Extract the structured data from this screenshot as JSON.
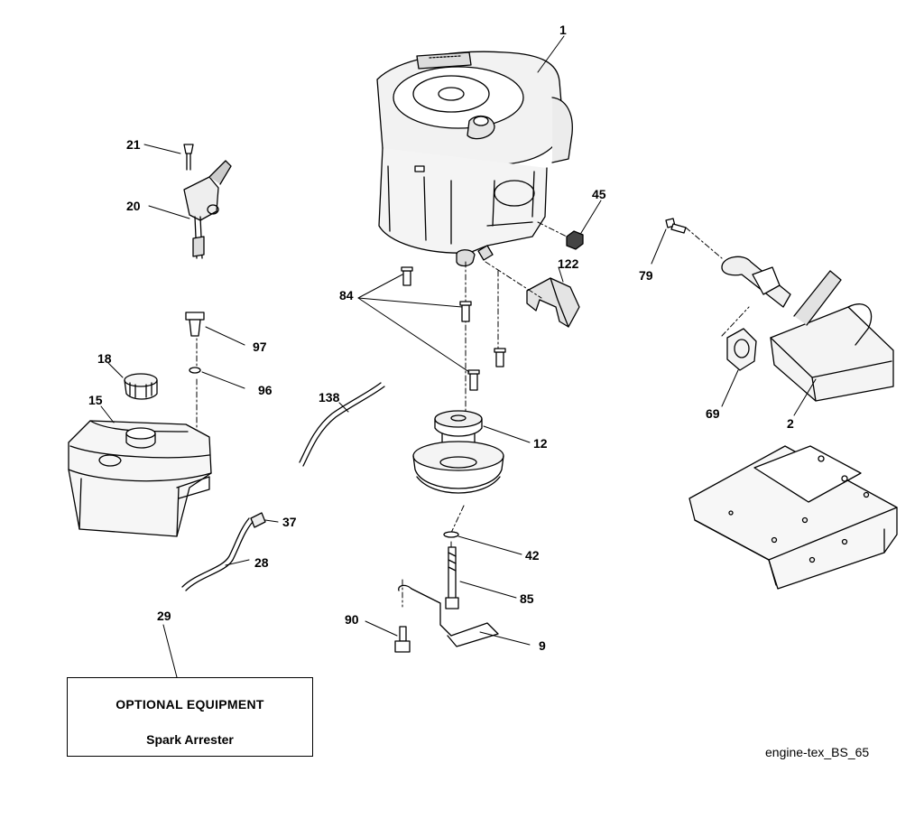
{
  "diagram": {
    "callouts": [
      "1",
      "2",
      "9",
      "12",
      "15",
      "18",
      "20",
      "21",
      "28",
      "29",
      "37",
      "42",
      "45",
      "69",
      "79",
      "84",
      "85",
      "90",
      "96",
      "97",
      "122",
      "138"
    ],
    "optional_box": {
      "title": "OPTIONAL EQUIPMENT",
      "subtitle": "Spark Arrester"
    },
    "reference_code": "engine-tex_BS_65"
  }
}
